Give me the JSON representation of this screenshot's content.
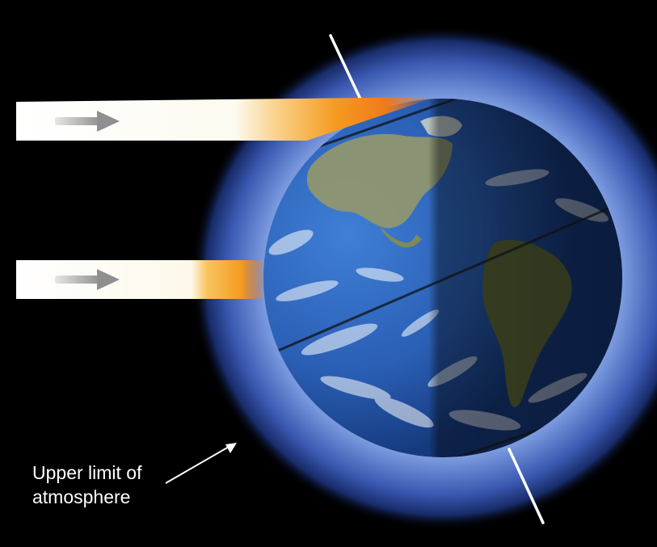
{
  "figure": {
    "background_color": "#000000",
    "atmosphere_color": "#5a7fd6",
    "ocean_color": "#2f64b8",
    "land_color": "#8a8f6a",
    "sunlight_color": "#f6a020",
    "night_shade_color": "#000000",
    "icons": [
      "arrow-right-icon",
      "earth-globe-icon",
      "earth-axis-line",
      "sun-ray-beam"
    ]
  },
  "annotation": {
    "line1": "Upper limit of",
    "line2": "atmosphere"
  }
}
